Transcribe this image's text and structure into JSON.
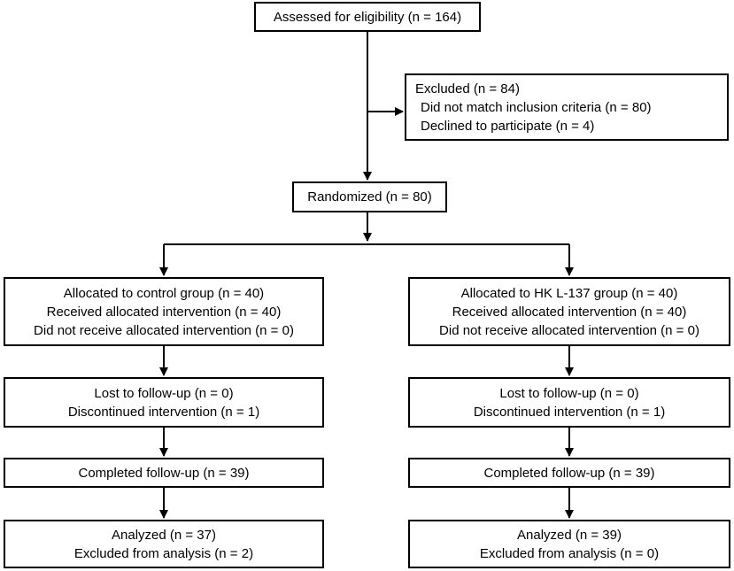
{
  "assessed": {
    "line1": "Assessed for eligibility (n = 164)"
  },
  "excluded": {
    "line1": "Excluded (n = 84)",
    "line2": "Did not match inclusion criteria (n = 80)",
    "line3": "Declined to participate (n = 4)"
  },
  "randomized": {
    "line1": "Randomized (n = 80)"
  },
  "control": {
    "allocated": [
      "Allocated to control group (n = 40)",
      "Received allocated intervention (n = 40)",
      "Did not receive allocated intervention (n = 0)"
    ],
    "followup": [
      "Lost to follow-up (n = 0)",
      "Discontinued intervention (n = 1)"
    ],
    "completed": [
      "Completed follow-up (n = 39)"
    ],
    "analyzed": [
      "Analyzed (n = 37)",
      "Excluded from analysis (n = 2)"
    ]
  },
  "hk": {
    "allocated": [
      "Allocated to HK L-137 group (n = 40)",
      "Received allocated intervention (n = 40)",
      "Did not receive allocated intervention (n = 0)"
    ],
    "followup": [
      "Lost to follow-up (n = 0)",
      "Discontinued intervention (n = 1)"
    ],
    "completed": [
      "Completed follow-up (n = 39)"
    ],
    "analyzed": [
      "Analyzed (n = 39)",
      "Excluded from analysis (n = 0)"
    ]
  }
}
